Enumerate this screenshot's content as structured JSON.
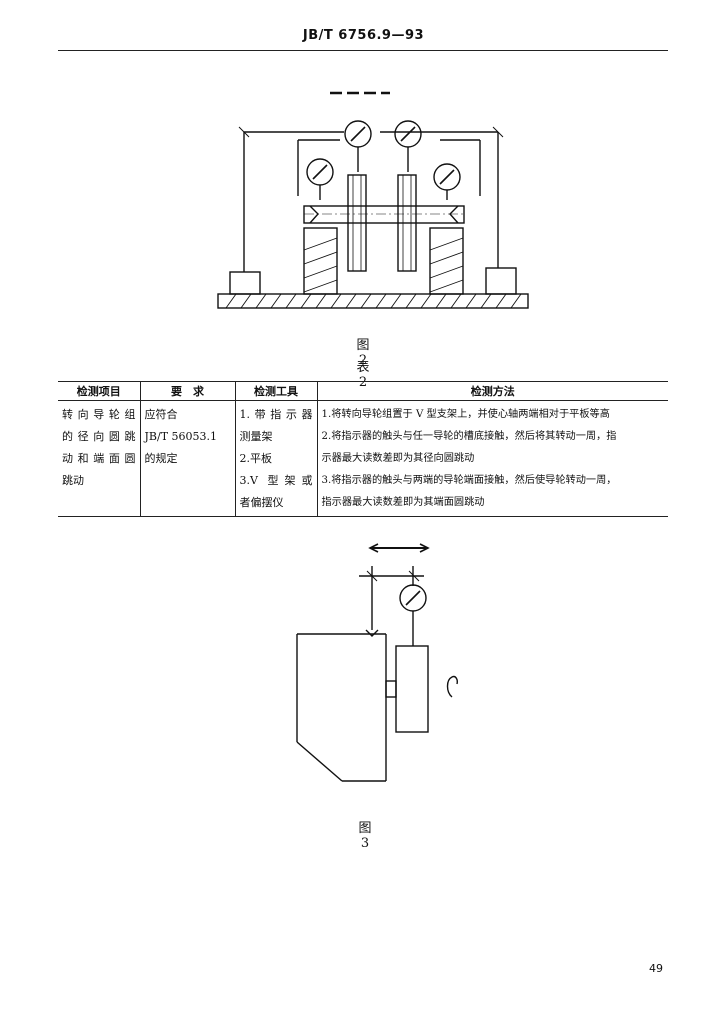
{
  "header": {
    "standard_code": "JB/T 6756.9—93"
  },
  "figure2": {
    "label": "图 2"
  },
  "table2": {
    "caption": "表 2",
    "columns": [
      "检测项目",
      "要　求",
      "检测工具",
      "检测方法"
    ],
    "row": {
      "item": [
        "转向导轮组",
        "的径向圆跳",
        "动和端面圆",
        "跳动"
      ],
      "requirement": [
        "应符合",
        "JB/T 56053.1",
        "的规定"
      ],
      "tools": [
        "1.带指示器",
        "测量架",
        "2.平板",
        "3.V 型架或",
        "者偏摆仪"
      ],
      "method": [
        "1.将转向导轮组置于 V 型支架上，并使心轴两端相对于平板等高",
        "2.将指示器的触头与任一导轮的槽底接触，然后将其转动一周，指",
        "示器最大读数差即为其径向圆跳动",
        "3.将指示器的触头与两端的导轮端面接触，然后使导轮转动一周，",
        "指示器最大读数差即为其端面圆跳动"
      ]
    }
  },
  "figure3": {
    "label": "图 3"
  },
  "page_number": "49"
}
